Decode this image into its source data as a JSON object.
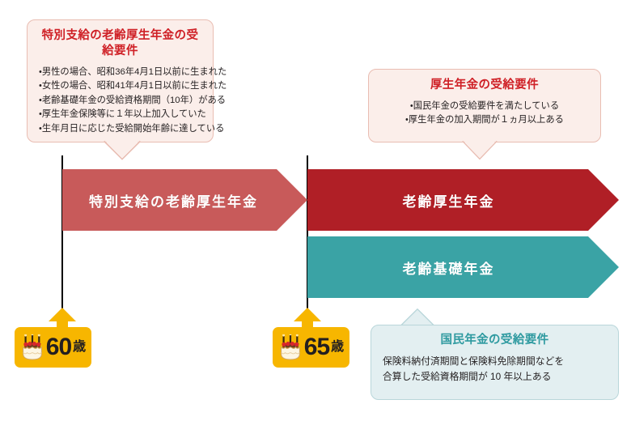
{
  "diagram": {
    "title_semantic": "japanese-pension-eligibility-timeline",
    "colors": {
      "band_special": "#c85a5a",
      "band_employee": "#b01f26",
      "band_basic": "#3aa3a5",
      "badge": "#f7b600",
      "callout_pink_bg": "#fbeeea",
      "callout_pink_border": "#e9bdb2",
      "callout_pink_title": "#cf2026",
      "callout_teal_bg": "#e3eff1",
      "callout_teal_border": "#b9d6da",
      "callout_teal_title": "#2e9aa0",
      "rule": "#000000",
      "band_text": "#ffffff",
      "body_text": "#231f20"
    }
  },
  "callouts": [
    {
      "id": "special-employee-pension-requirements",
      "title": "特別支給の老齢厚生年金の受給要件",
      "items": [
        "・男性の場合、昭和36年4月1日以前に生まれた",
        "・女性の場合、昭和41年4月1日以前に生まれた",
        "・老齢基礎年金の受給資格期間（10年）がある",
        "・厚生年金保険等に１年以上加入していた",
        "・生年月日に応じた受給開始年齢に達している"
      ]
    },
    {
      "id": "employee-pension-requirements",
      "title": "厚生年金の受給要件",
      "items": [
        "・国民年金の受給要件を満たしている",
        "・厚生年金の加入期間が１ヵ月以上ある"
      ]
    },
    {
      "id": "national-pension-requirements",
      "title": "国民年金の受給要件",
      "items": [
        "保険料納付済期間と保険料免除期間などを",
        "合算した受給資格期間が 10 年以上ある"
      ]
    }
  ],
  "bands": [
    {
      "id": "special-employee-pension",
      "label": "特別支給の老齢厚生年金"
    },
    {
      "id": "old-age-employee-pension",
      "label": "老齢厚生年金"
    },
    {
      "id": "old-age-basic-pension",
      "label": "老齢基礎年金"
    }
  ],
  "age_markers": [
    {
      "id": "age-60",
      "number": "60",
      "unit": "歳",
      "icon": "birthday-cake-icon"
    },
    {
      "id": "age-65",
      "number": "65",
      "unit": "歳",
      "icon": "birthday-cake-icon"
    }
  ]
}
